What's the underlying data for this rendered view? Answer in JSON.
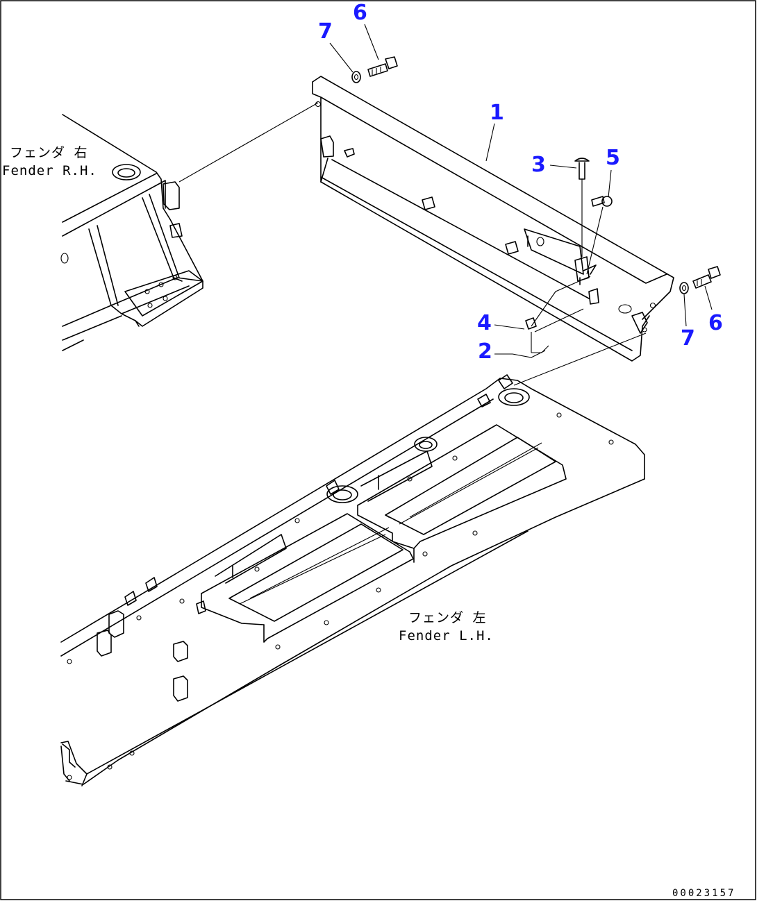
{
  "colors": {
    "callout": "#1a1aff",
    "line": "#000000",
    "background": "#ffffff"
  },
  "callouts": {
    "p1": "1",
    "p2": "2",
    "p3": "3",
    "p4": "4",
    "p5": "5",
    "p6a": "6",
    "p6b": "6",
    "p7a": "7",
    "p7b": "7"
  },
  "labels": {
    "fender_rh_jp": "フェンダ 右",
    "fender_rh_en": "Fender R.H.",
    "fender_lh_jp": "フェンダ 左",
    "fender_lh_en": "Fender L.H."
  },
  "drawing_number": "00023157"
}
